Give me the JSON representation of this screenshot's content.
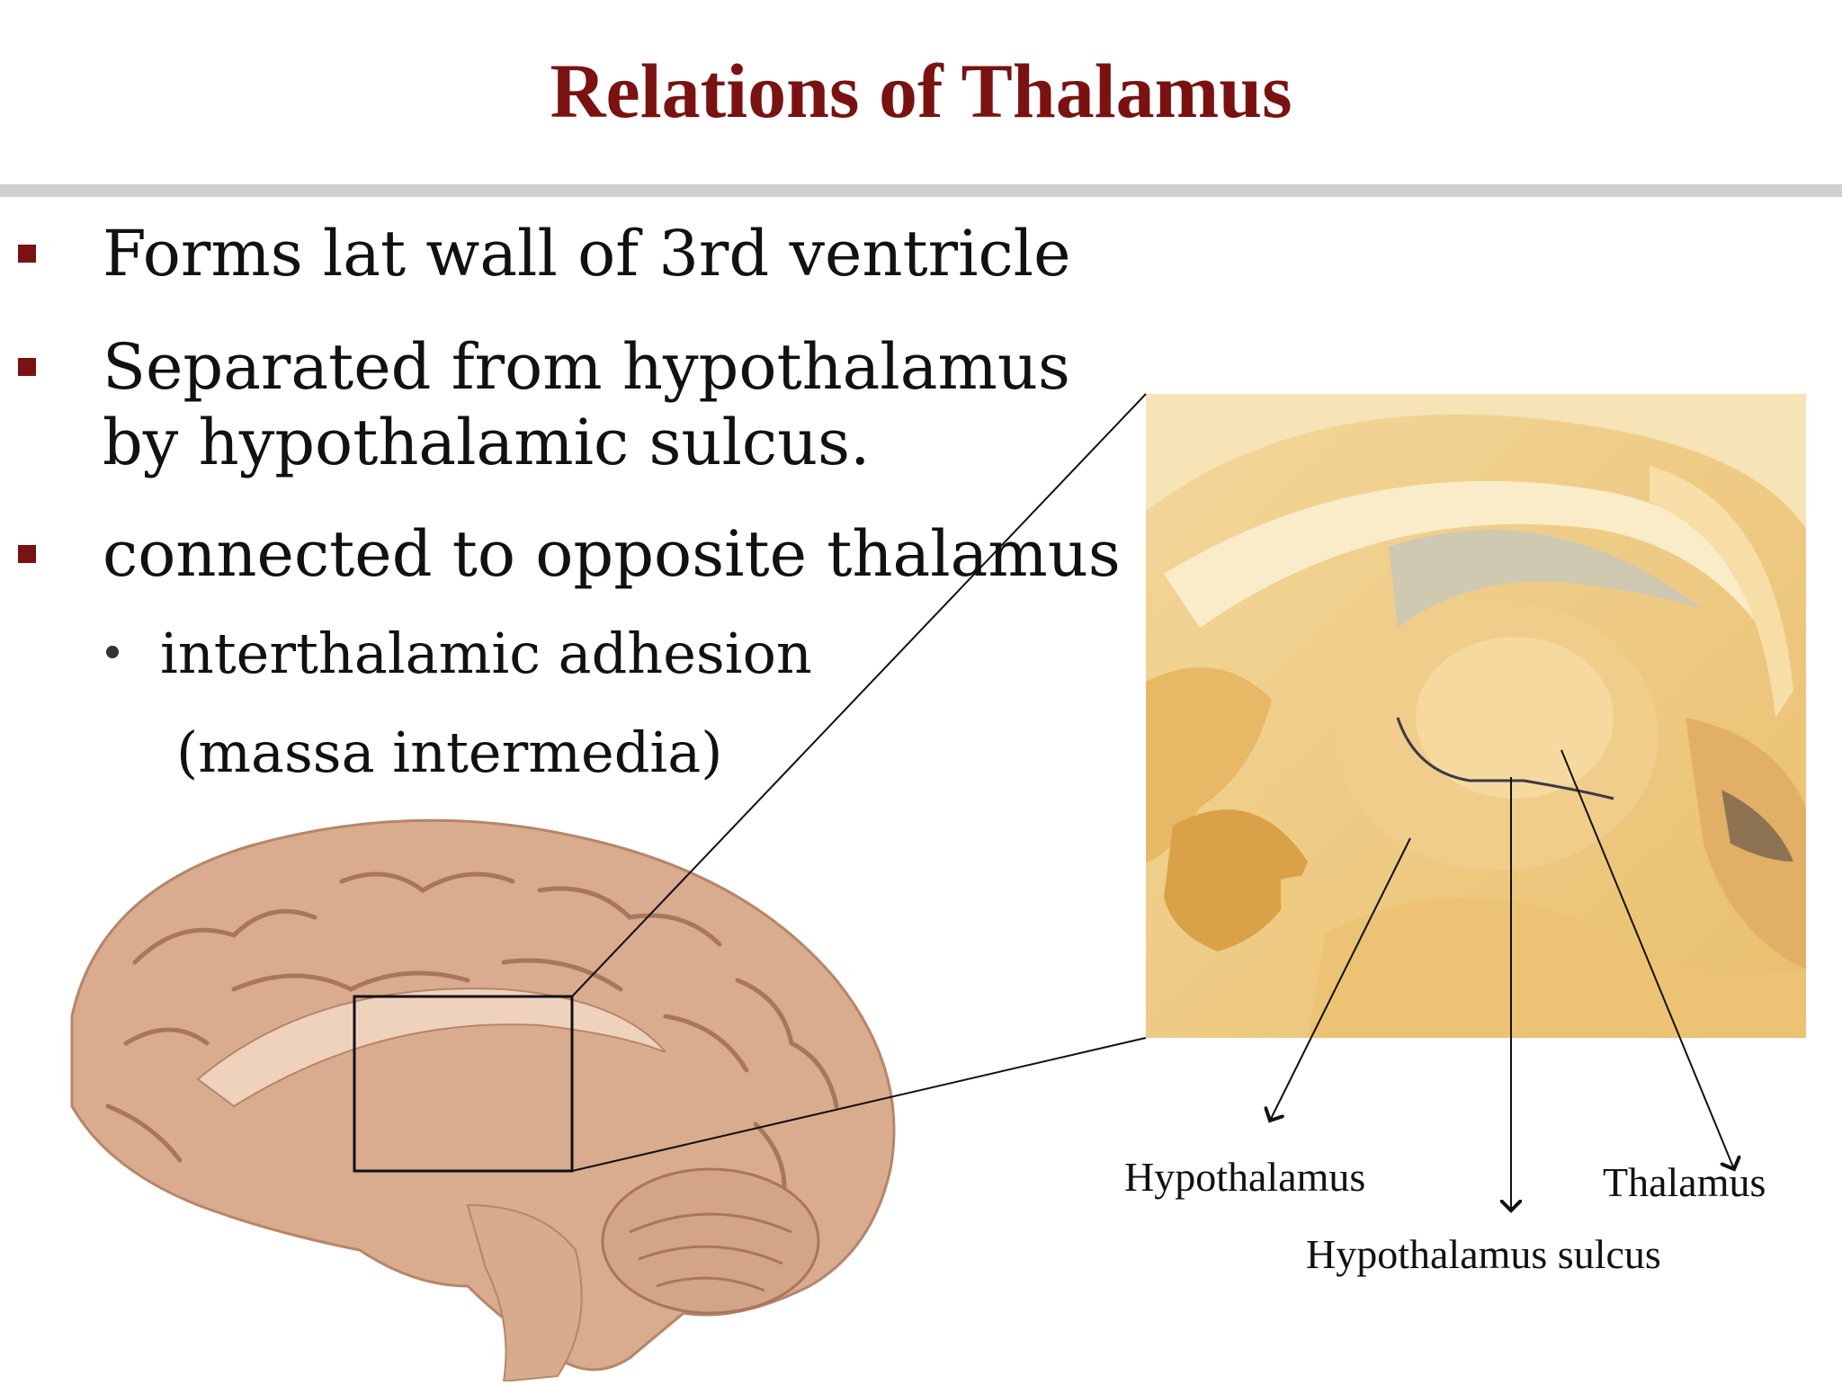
{
  "slide": {
    "title": "Relations of Thalamus"
  },
  "bullets": [
    {
      "lines": [
        "Forms lat wall of 3rd ventricle"
      ]
    },
    {
      "lines": [
        "Separated from hypothalamus",
        "by hypothalamic sulcus."
      ]
    },
    {
      "lines": [
        "connected to opposite thalamus"
      ]
    }
  ],
  "sub_bullet": {
    "text": "interthalamic adhesion",
    "continuation": "(massa intermedia)"
  },
  "labels": {
    "hypothalamus": "Hypothalamus",
    "thalamus": "Thalamus",
    "sulcus": "Hypothalamus sulcus"
  },
  "colors": {
    "title": "#7a1212",
    "bullet": "#7a1212",
    "rule": "#cfcfcf"
  }
}
